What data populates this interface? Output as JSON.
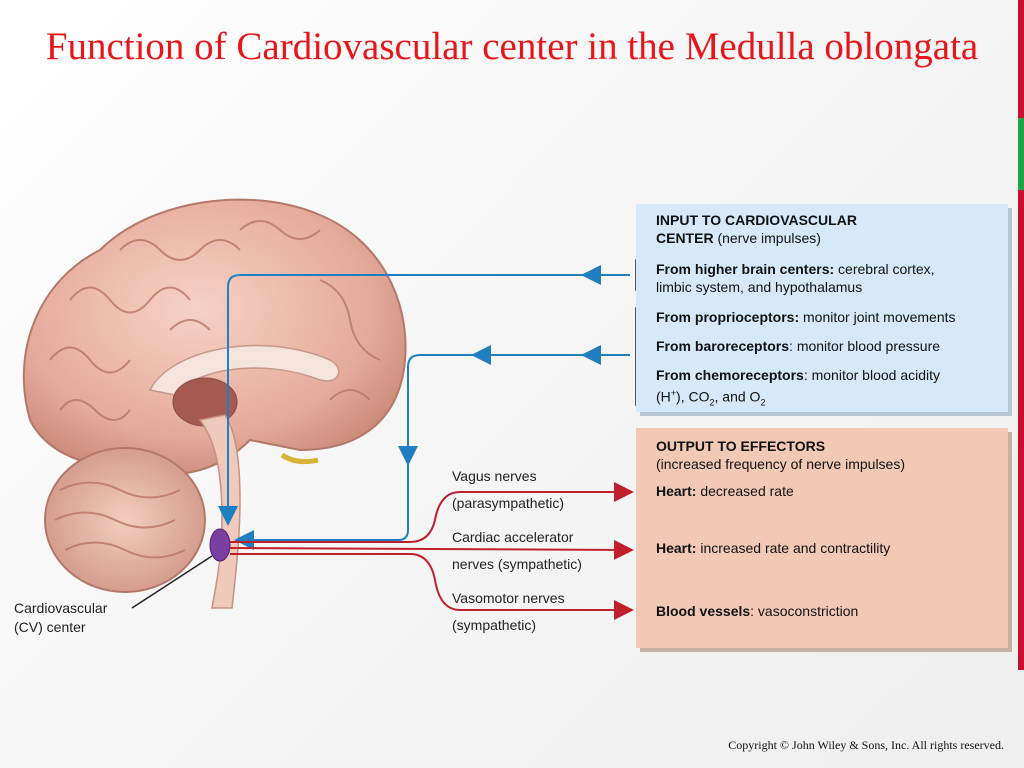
{
  "title": "Function of Cardiovascular center in the Medulla oblongata",
  "input_panel": {
    "heading_line1": "INPUT TO CARDIOVASCULAR",
    "heading_line2_bold": "CENTER",
    "heading_line2_rest": " (nerve impulses)",
    "items": [
      {
        "bold": "From higher brain centers:",
        "rest": " cerebral cortex,",
        "line2": "limbic system, and hypothalamus"
      },
      {
        "bold": "From proprioceptors:",
        "rest": " monitor joint movements"
      },
      {
        "bold": "From baroreceptors",
        "rest": ": monitor blood pressure"
      },
      {
        "bold": "From chemoreceptors",
        "rest": ": monitor blood acidity",
        "line2_a": "(H",
        "line2_sup": "+",
        "line2_b": "), CO",
        "line2_sub1": "2",
        "line2_c": ", and O",
        "line2_sub2": "2"
      }
    ]
  },
  "output_panel": {
    "heading": "OUTPUT TO EFFECTORS",
    "subheading": "(increased frequency of nerve impulses)",
    "items": [
      {
        "bold": "Heart:",
        "rest": " decreased rate"
      },
      {
        "bold": "Heart:",
        "rest": " increased rate and contractility"
      },
      {
        "bold": "Blood vessels",
        "rest": ": vasoconstriction"
      }
    ]
  },
  "nerves": [
    {
      "line1": "Vagus nerves",
      "line2": "(parasympathetic)"
    },
    {
      "line1": "Cardiac accelerator",
      "line2": "nerves (sympathetic)"
    },
    {
      "line1": "Vasomotor nerves",
      "line2": "(sympathetic)"
    }
  ],
  "cv_label": {
    "line1": "Cardiovascular",
    "line2": "(CV) center"
  },
  "copyright": "Copyright © John Wiley & Sons, Inc. All rights reserved.",
  "colors": {
    "title": "#e8161b",
    "input_arrow": "#1f7fc1",
    "output_arrow": "#c0202a",
    "input_bg": "#d6e9fa",
    "output_bg": "#f2c9b4",
    "cv_center": "#7b3fa3"
  }
}
